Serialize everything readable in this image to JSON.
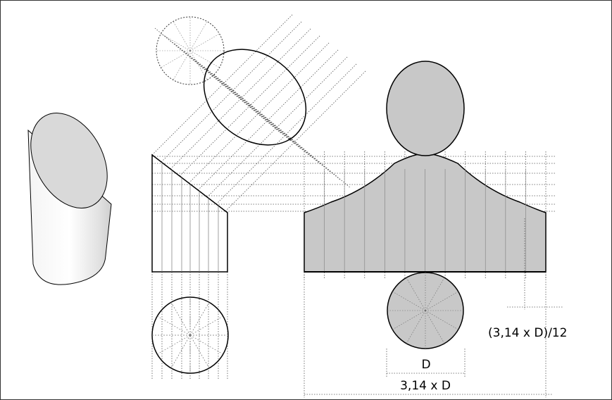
{
  "labels": {
    "diameter": "D",
    "circumference": "3,14 x D",
    "segment": "(3,14 x D)/12"
  },
  "colors": {
    "fill": "#c8c8c8",
    "stroke": "#000000",
    "construction": "#555555"
  }
}
